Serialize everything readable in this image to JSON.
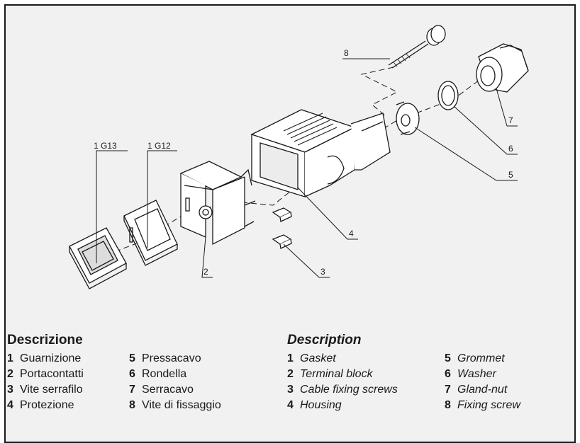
{
  "callouts": {
    "c1": "1 G13",
    "c2": "1 G12",
    "c3": "2",
    "c4": "3",
    "c5": "4",
    "c6": "5",
    "c7": "6",
    "c8": "7",
    "c9": "8"
  },
  "legend_it": {
    "title": "Descrizione",
    "items": [
      {
        "num": "1",
        "label": "Guarnizione"
      },
      {
        "num": "2",
        "label": "Portacontatti"
      },
      {
        "num": "3",
        "label": "Vite serrafilo"
      },
      {
        "num": "4",
        "label": "Protezione"
      },
      {
        "num": "5",
        "label": "Pressacavo"
      },
      {
        "num": "6",
        "label": "Rondella"
      },
      {
        "num": "7",
        "label": "Serracavo"
      },
      {
        "num": "8",
        "label": "Vite di fissaggio"
      }
    ]
  },
  "legend_en": {
    "title": "Description",
    "items": [
      {
        "num": "1",
        "label": "Gasket"
      },
      {
        "num": "2",
        "label": "Terminal block"
      },
      {
        "num": "3",
        "label": "Cable fixing screws"
      },
      {
        "num": "4",
        "label": "Housing"
      },
      {
        "num": "5",
        "label": "Grommet"
      },
      {
        "num": "6",
        "label": "Washer"
      },
      {
        "num": "7",
        "label": "Gland-nut"
      },
      {
        "num": "8",
        "label": "Fixing screw"
      }
    ]
  },
  "colors": {
    "line": "#1a1a1a",
    "background": "#f1f1f1",
    "part": "#ffffff"
  }
}
